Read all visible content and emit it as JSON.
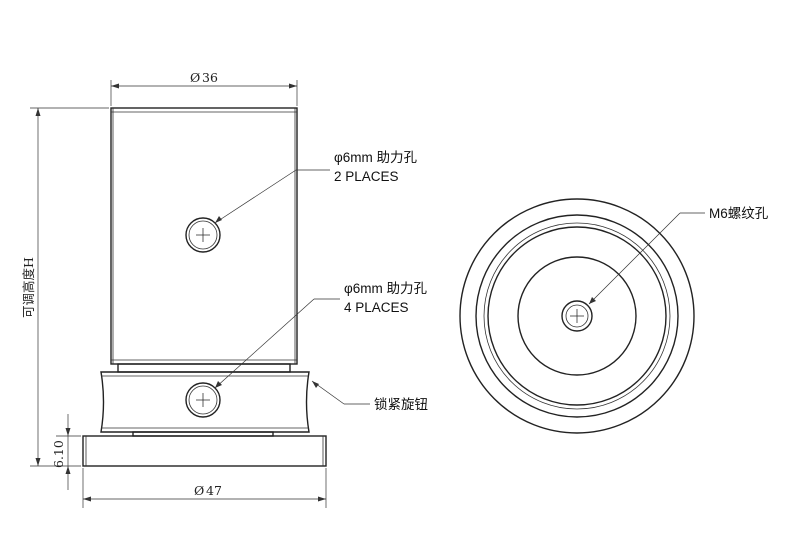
{
  "drawing": {
    "front_view": {
      "top_diameter": "36",
      "base_diameter": "47",
      "base_thickness": "6.10",
      "height_label": "可调高度H",
      "diameter_symbol": "Ø"
    },
    "callouts": {
      "upper_hole_line1": "φ6mm 助力孔",
      "upper_hole_line2": "2 PLACES",
      "lower_hole_line1": "φ6mm 助力孔",
      "lower_hole_line2": "4 PLACES",
      "lock_knob": "锁紧旋钮",
      "thread_hole": "M6螺纹孔"
    }
  }
}
